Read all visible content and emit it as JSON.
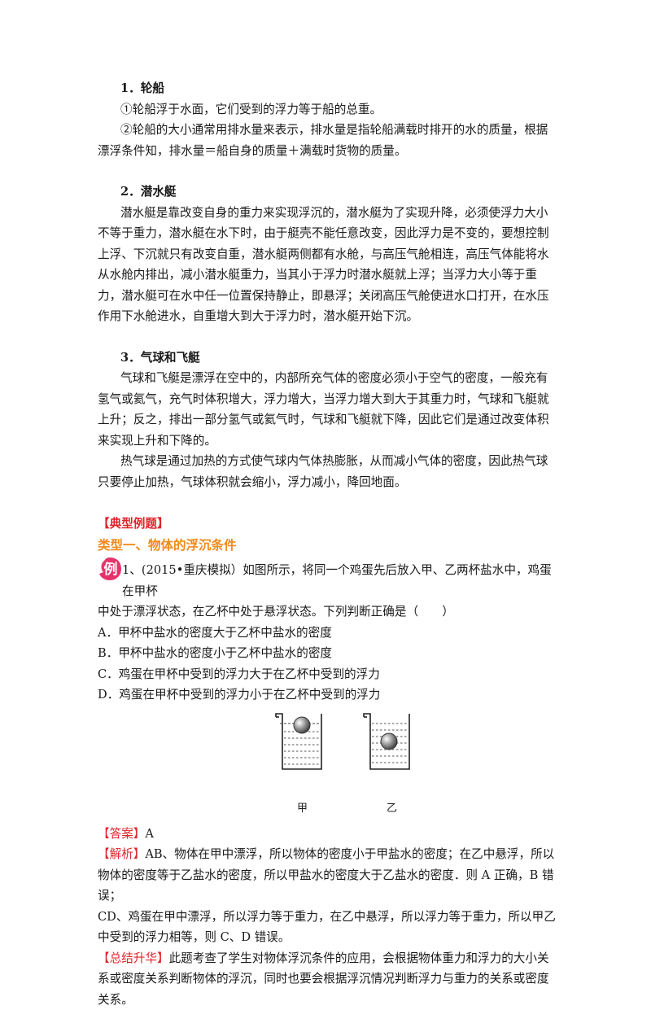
{
  "s1": {
    "heading": "1．轮船",
    "p1": "①轮船浮于水面，它们受到的浮力等于船的总重。",
    "p2": "②轮船的大小通常用排水量来表示，排水量是指轮船满载时排开的水的质量，根据漂浮条件知，排水量＝船自身的质量＋满载时货物的质量。"
  },
  "s2": {
    "heading": "2．潜水艇",
    "p1": "潜水艇是靠改变自身的重力来实现浮沉的，潜水艇为了实现升降，必须使浮力大小不等于重力，潜水艇在水下时，由于艇壳不能任意改变，因此浮力是不变的，要想控制上浮、下沉就只有改变自重，潜水艇两侧都有水舱，与高压气舱相连，高压气体能将水从水舱内排出，减小潜水艇重力，当其小于浮力时潜水艇就上浮；当浮力大小等于重力，潜水艇可在水中任一位置保持静止，即悬浮；关闭高压气舱使进水口打开，在水压作用下水舱进水，自重增大到大于浮力时，潜水艇开始下沉。"
  },
  "s3": {
    "heading": "3．气球和飞艇",
    "p1": "气球和飞艇是漂浮在空中的，内部所充气体的密度必须小于空气的密度，一般充有氢气或氦气，充气时体积增大，浮力增大，当浮力增大到大于其重力时，气球和飞艇就上升；反之，排出一部分氢气或氦气时，气球和飞艇就下降，因此它们是通过改变体积来实现上升和下降的。",
    "p2": "热气球是通过加热的方式使气球内气体热膨胀，从而减小气体的密度，因此热气球只要停止加热，气球体积就会缩小，浮力减小，降回地面。"
  },
  "section_title": "【典型例题】",
  "type_title": "类型一、物体的浮沉条件",
  "example": {
    "badge": "例",
    "line1": "1、(2015•重庆模拟）如图所示，将同一个鸡蛋先后放入甲、乙两杯盐水中，鸡蛋在甲杯",
    "line2": "中处于漂浮状态，在乙杯中处于悬浮状态。下列判断正确是（　　）",
    "options": [
      "A．甲杯中盐水的密度大于乙杯中盐水的密度",
      "B．甲杯中盐水的密度小于乙杯中盐水的密度",
      "C．鸡蛋在甲杯中受到的浮力大于在乙杯中受到的浮力",
      "D．鸡蛋在甲杯中受到的浮力小于在乙杯中受到的浮力"
    ],
    "beaker_labels": [
      "甲",
      "乙"
    ]
  },
  "answer": {
    "tag": "【答案】",
    "value": "A"
  },
  "analysis": {
    "tag": "【解析】",
    "p1": "AB、物体在甲中漂浮，所以物体的密度小于甲盐水的密度；在乙中悬浮，所以物体的密度等于乙盐水的密度，所以甲盐水的密度大于乙盐水的密度．则 A 正确，B 错误；",
    "p2": "CD、鸡蛋在甲中漂浮，所以浮力等于重力，在乙中悬浮，所以浮力等于重力，所以甲乙中受到的浮力相等，则 C、D 错误。"
  },
  "summary": {
    "tag": "【总结升华】",
    "text": "此题考查了学生对物体浮沉条件的应用，会根据物体重力和浮力的大小关系或密度关系判断物体的浮沉，同时也要会根据浮沉情况判断浮力与重力的关系或密度关系。"
  },
  "colors": {
    "red": "#e0242a",
    "orange": "#f08a1c",
    "badge": "#e6336b"
  }
}
